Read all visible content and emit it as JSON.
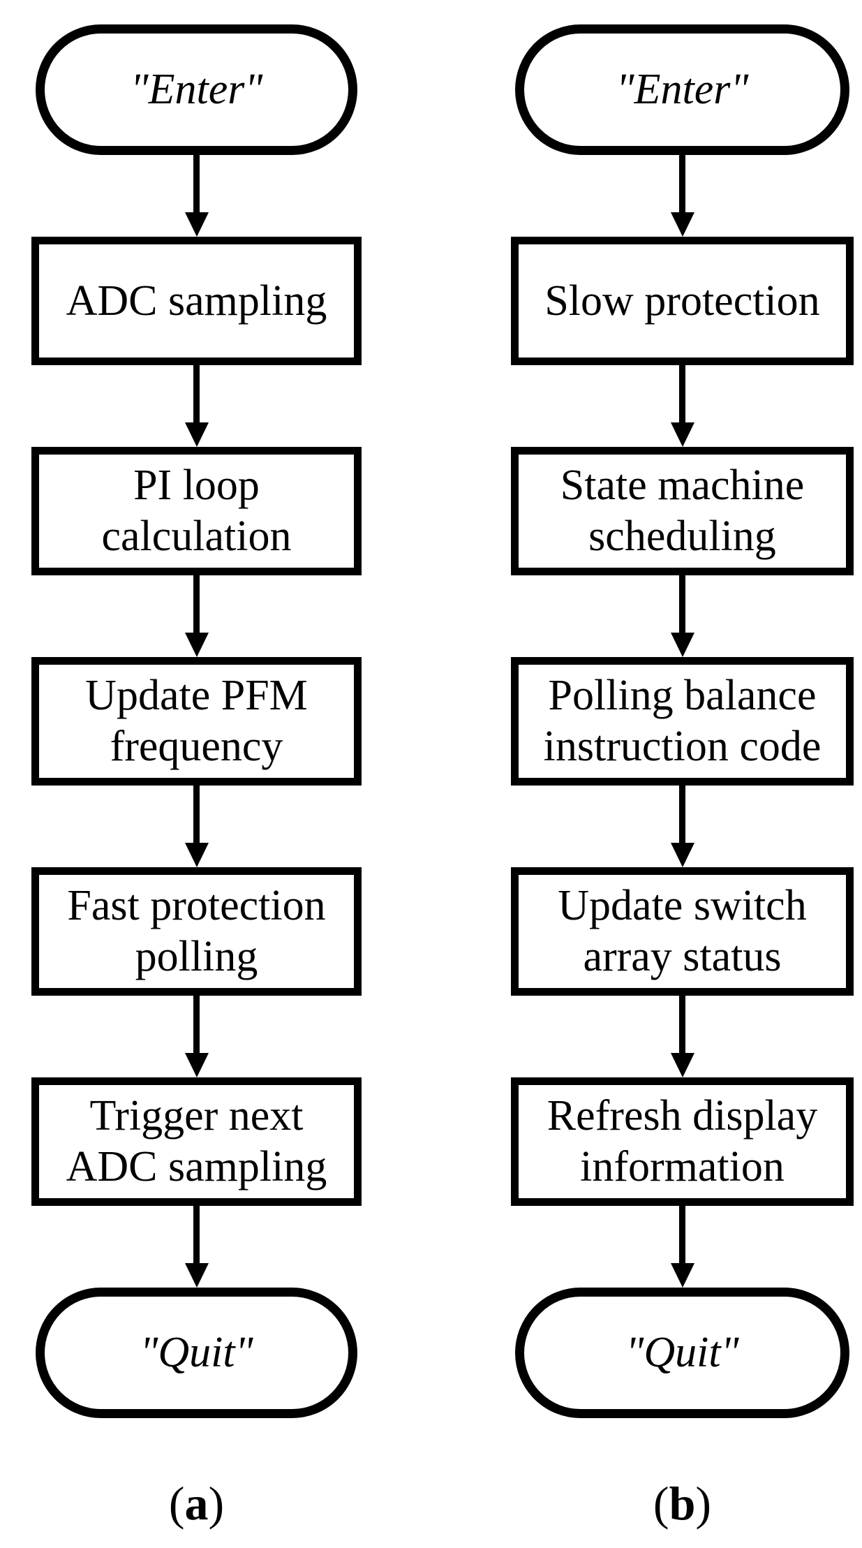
{
  "figure": {
    "colors": {
      "stroke": "#000000",
      "background": "#ffffff"
    },
    "columns": [
      {
        "id": "a",
        "start_label": "\"Enter\"",
        "steps": [
          "ADC sampling",
          "PI loop\ncalculation",
          "Update PFM\nfrequency",
          "Fast protection\npolling",
          "Trigger next\nADC sampling"
        ],
        "end_label": "\"Quit\"",
        "caption": {
          "open": "(",
          "letter": "a",
          "close": ")"
        }
      },
      {
        "id": "b",
        "start_label": "\"Enter\"",
        "steps": [
          "Slow protection",
          "State machine\nscheduling",
          "Polling balance\ninstruction code",
          "Update switch\narray status",
          "Refresh display\ninformation"
        ],
        "end_label": "\"Quit\"",
        "caption": {
          "open": "(",
          "letter": "b",
          "close": ")"
        }
      }
    ]
  }
}
